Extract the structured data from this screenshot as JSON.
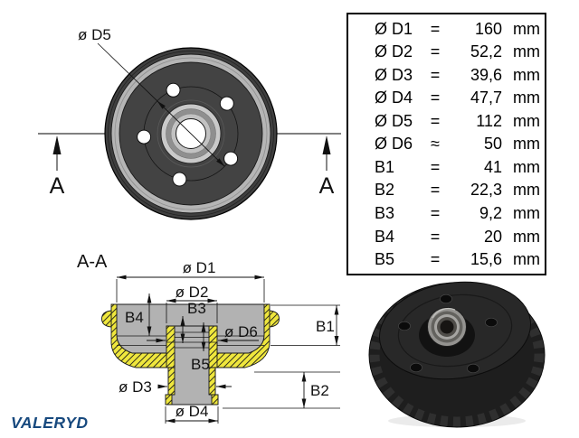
{
  "front_view": {
    "d5_label": "ø D5",
    "section_marker_left": "A",
    "section_marker_right": "A"
  },
  "section_view": {
    "title": "A-A",
    "d1_label": "ø D1",
    "d2_label": "ø D2",
    "d3_label": "ø D3",
    "d4_label": "ø D4",
    "d6_label": "ø D6",
    "b1_label": "B1",
    "b2_label": "B2",
    "b3_label": "B3",
    "b4_label": "B4",
    "b5_label": "B5"
  },
  "dimensions_table": {
    "rows": [
      {
        "label": "Ø D1",
        "sign": "=",
        "value": "160",
        "unit": "mm"
      },
      {
        "label": "Ø D2",
        "sign": "=",
        "value": "52,2",
        "unit": "mm"
      },
      {
        "label": "Ø D3",
        "sign": "=",
        "value": "39,6",
        "unit": "mm"
      },
      {
        "label": "Ø D4",
        "sign": "=",
        "value": "47,7",
        "unit": "mm"
      },
      {
        "label": "Ø D5",
        "sign": "=",
        "value": "112",
        "unit": "mm"
      },
      {
        "label": "Ø D6",
        "sign": "≈",
        "value": "50",
        "unit": "mm"
      },
      {
        "label": "B1",
        "sign": "=",
        "value": "41",
        "unit": "mm"
      },
      {
        "label": "B2",
        "sign": "=",
        "value": "22,3",
        "unit": "mm"
      },
      {
        "label": "B3",
        "sign": "=",
        "value": "9,2",
        "unit": "mm"
      },
      {
        "label": "B4",
        "sign": "=",
        "value": "20",
        "unit": "mm"
      },
      {
        "label": "B5",
        "sign": "=",
        "value": "15,6",
        "unit": "mm"
      }
    ]
  },
  "logo": {
    "text": "VALERYD"
  },
  "colors": {
    "hatch_yellow": "#efe73d",
    "section_gray": "#b2b2b2",
    "drum_dark": "#3f3f3f",
    "drum_face": "#434343",
    "drum_light_ring": "#b5b5b5",
    "photo_black": "#1e1e1e",
    "logo_blue": "#17497e"
  }
}
